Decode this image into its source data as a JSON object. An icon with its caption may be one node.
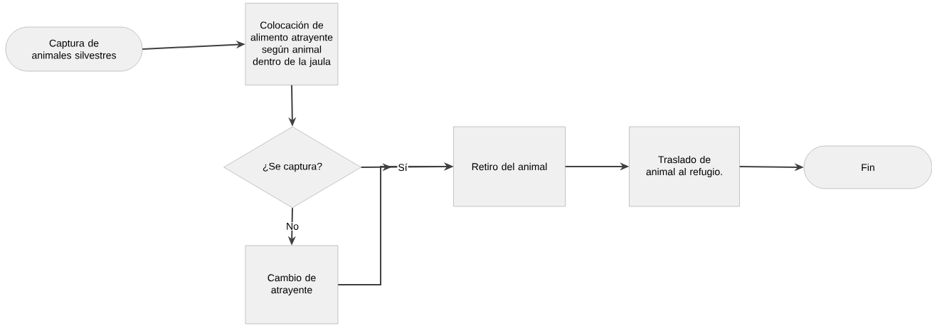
{
  "diagram": {
    "nodes": [
      {
        "text": [
          "Captura de animales silvestres"
        ]
      },
      {
        "text": [
          "Colocación de alimento atrayente según animal dentro de la jaula"
        ]
      },
      {
        "text": [
          "¿Se captura?"
        ]
      },
      {
        "text": [
          "Cambio de atrayente"
        ]
      },
      {
        "text": [
          "Retiro del animal"
        ]
      },
      {
        "text": [
          "Traslado de animal al refugio."
        ]
      },
      {
        "text": [
          "Fin"
        ]
      }
    ],
    "edges": [
      {
        "from": 0,
        "to": 1,
        "arrow": "to"
      },
      {
        "from": 1,
        "to": 2,
        "arrow": "to"
      },
      {
        "from": 2,
        "to": 4,
        "arrow": "to",
        "label": "Sí"
      },
      {
        "from": 2,
        "to": 3,
        "arrow": "to",
        "label": "No"
      },
      {
        "from": 3,
        "to": 4,
        "arrow": "to"
      },
      {
        "from": 4,
        "to": 5,
        "arrow": "to"
      },
      {
        "from": 5,
        "to": 6,
        "arrow": "to"
      }
    ]
  }
}
